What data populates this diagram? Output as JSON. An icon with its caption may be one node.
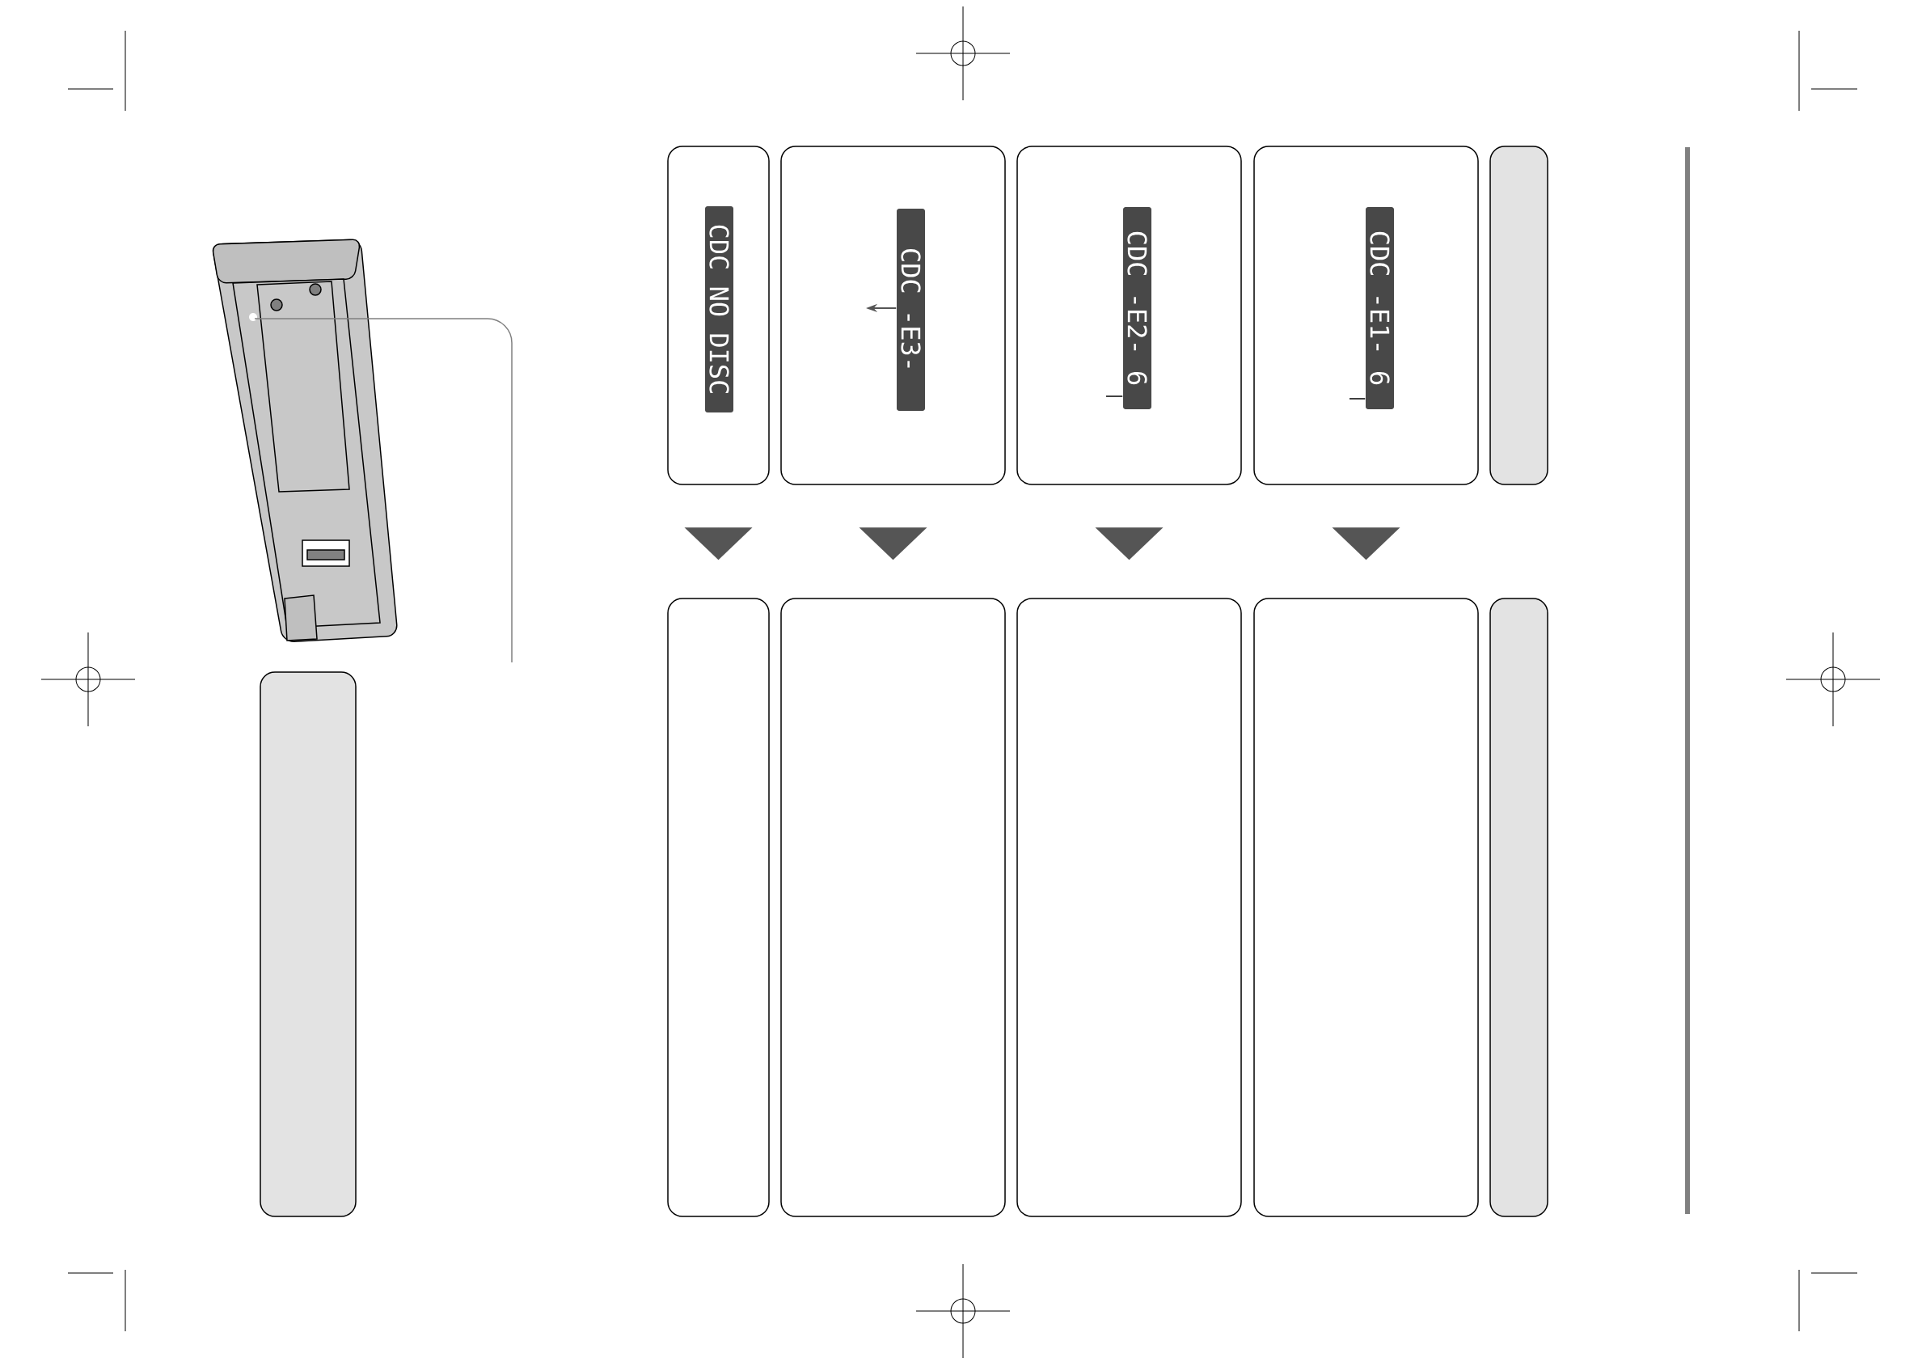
{
  "diagram": {
    "nodes": [
      {
        "text": [],
        "shape": "picture"
      },
      {
        "text": [],
        "shape": "box"
      },
      {
        "text": [],
        "shape": "box"
      },
      {
        "text": [],
        "shape": "box"
      },
      {
        "text": [],
        "shape": "box"
      },
      {
        "text": [],
        "shape": "box"
      },
      {
        "text": [],
        "shape": "box"
      },
      {
        "text": [
          "CDC NO DISC"
        ],
        "in": 2
      },
      {
        "text": [
          "CDC -E3-"
        ],
        "in": 3
      },
      {
        "text": [
          "CDC -E2- 6"
        ],
        "in": 4
      },
      {
        "text": [
          "CDC -E1- 6"
        ],
        "in": 5
      },
      {
        "text": [],
        "shape": "box"
      },
      {
        "text": [],
        "shape": "box"
      },
      {
        "text": [],
        "shape": "box"
      },
      {
        "text": [],
        "shape": "box"
      },
      {
        "text": [],
        "shape": "box"
      }
    ],
    "edges": [
      {
        "from": 2,
        "to": 11,
        "arrow": "to"
      },
      {
        "from": 3,
        "to": 12,
        "arrow": "to"
      },
      {
        "from": 4,
        "to": 13,
        "arrow": "to"
      },
      {
        "from": 5,
        "to": 14,
        "arrow": "to"
      },
      {
        "from": null,
        "to": 0,
        "arrow": "none",
        "color": "#808080"
      },
      {
        "from": 8,
        "to": null,
        "arrow": "to"
      },
      {
        "from": null,
        "to": 9,
        "arrow": "none"
      },
      {
        "from": null,
        "to": 10,
        "arrow": "none"
      }
    ]
  }
}
